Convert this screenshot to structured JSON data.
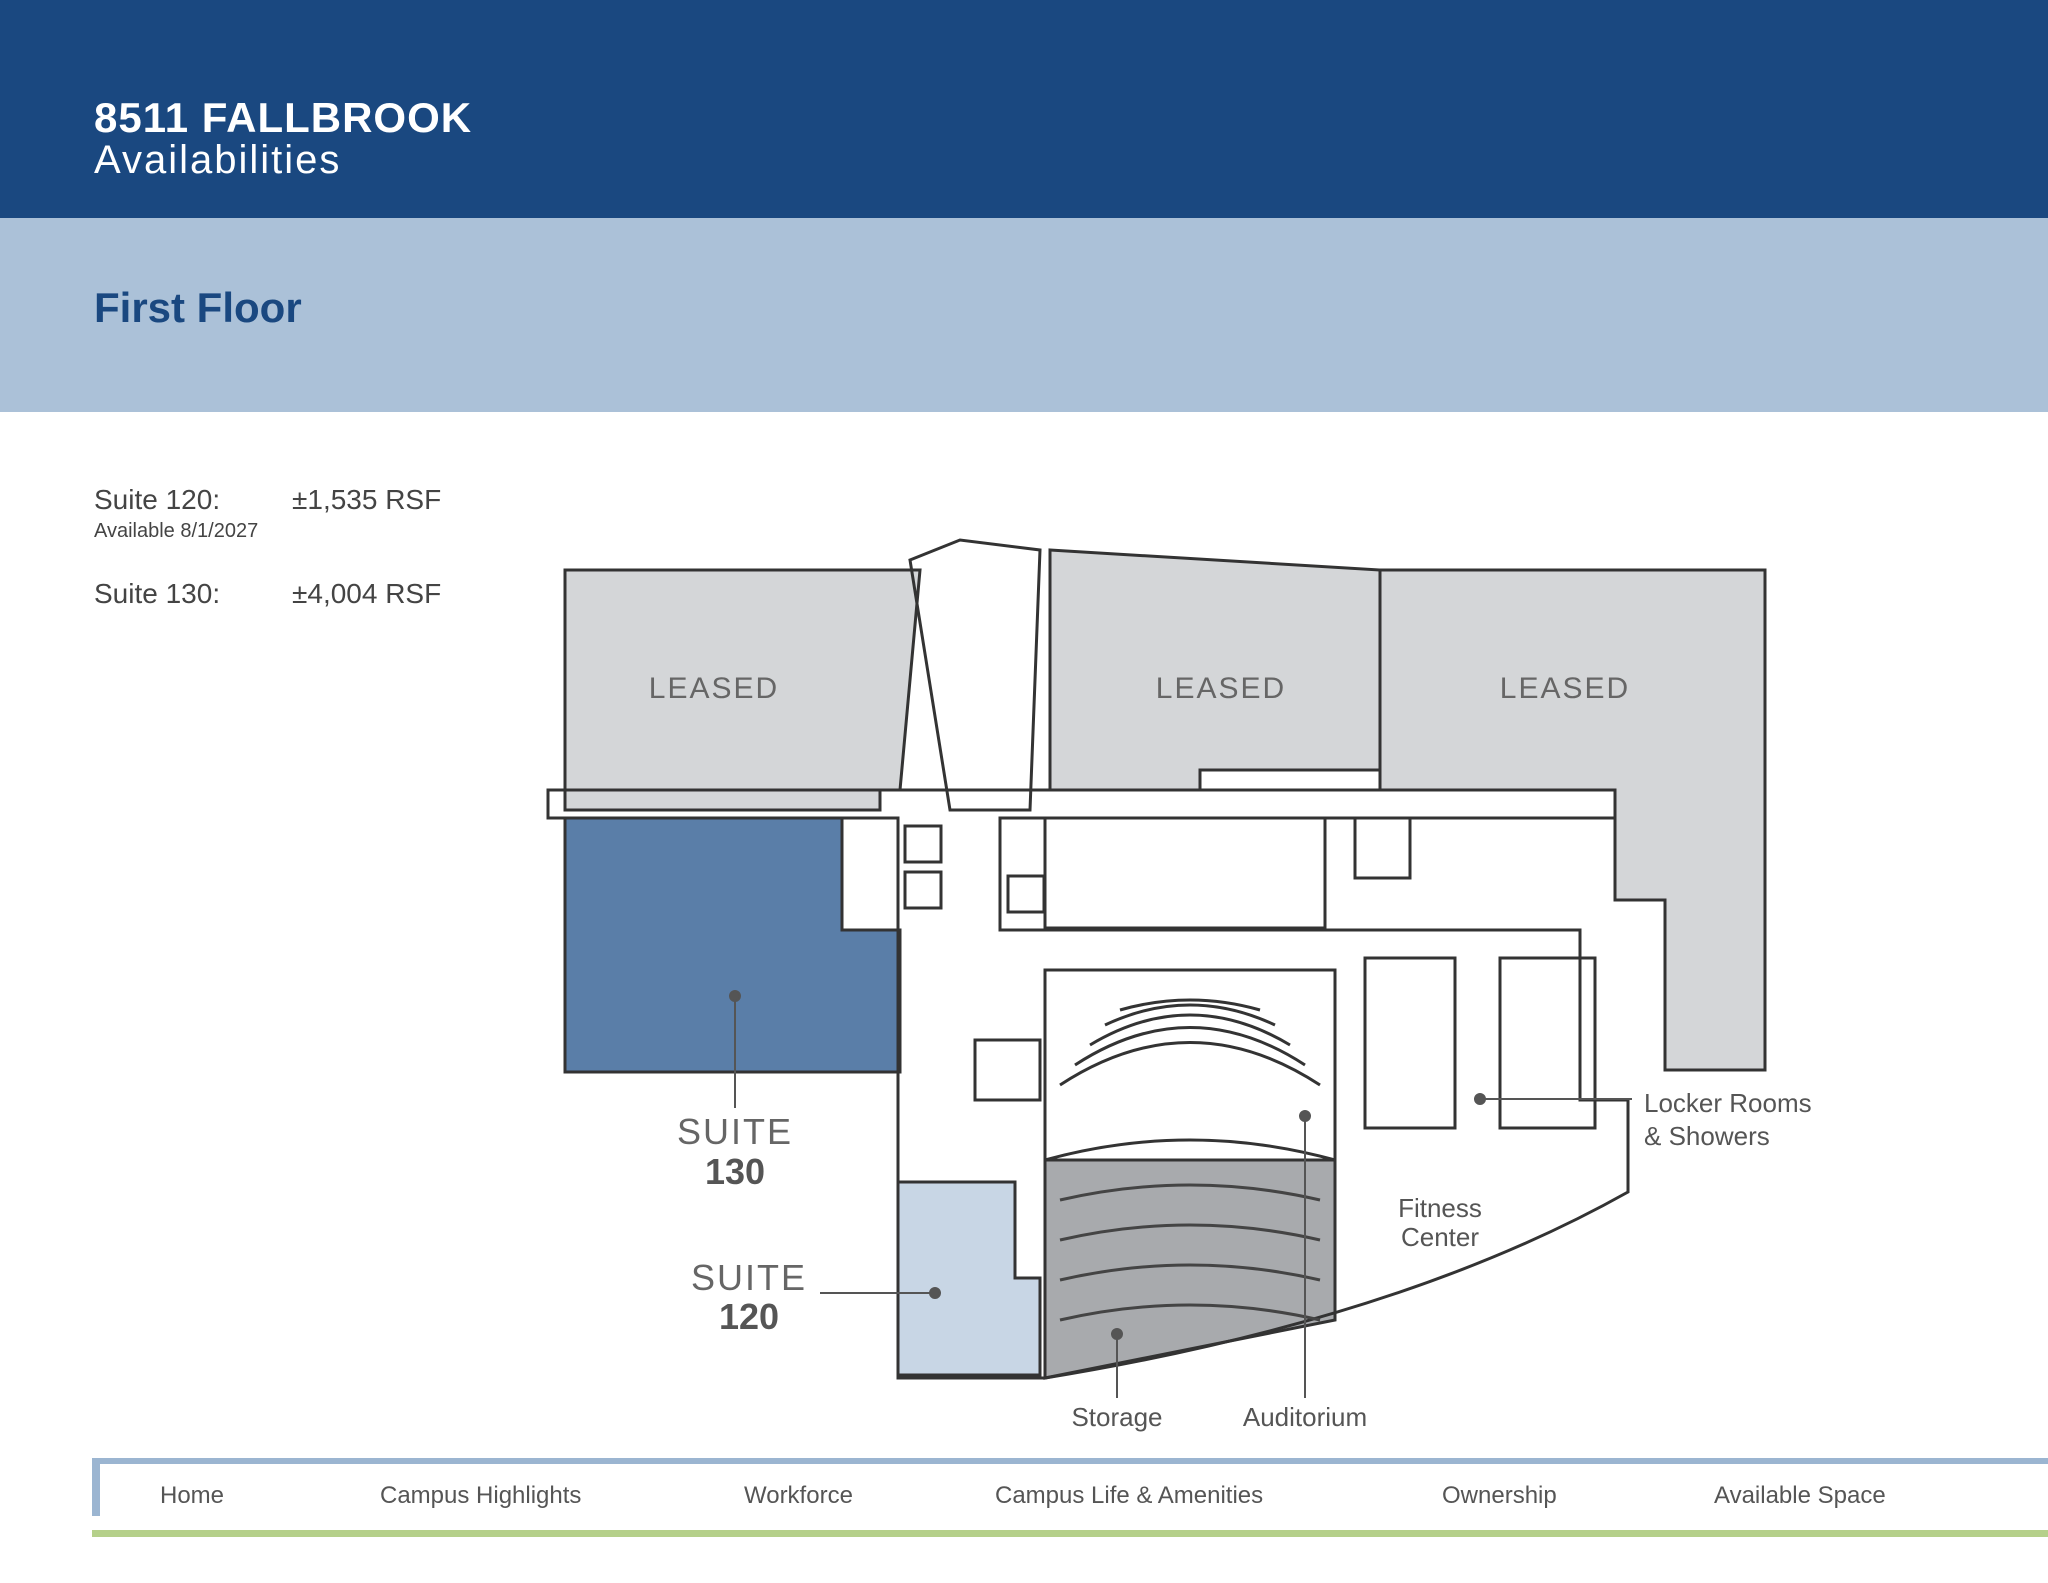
{
  "header": {
    "title": "8511 FALLBROOK",
    "subtitle": "Availabilities"
  },
  "floor": {
    "title": "First Floor"
  },
  "suites_info": [
    {
      "label": "Suite 120:",
      "size": "±1,535 RSF",
      "note": "Available 8/1/2027"
    },
    {
      "label": "Suite 130:",
      "size": "±4,004 RSF"
    }
  ],
  "plan": {
    "leased_labels": [
      "LEASED",
      "LEASED",
      "LEASED"
    ],
    "suite130": {
      "word": "SUITE",
      "number": "130"
    },
    "suite120": {
      "word": "SUITE",
      "number": "120"
    },
    "locker_line1": "Locker Rooms",
    "locker_line2": "& Showers",
    "fitness_line1": "Fitness",
    "fitness_line2": "Center",
    "storage": "Storage",
    "auditorium": "Auditorium"
  },
  "colors": {
    "header_blue": "#1a4880",
    "band_blue": "#abc1d8",
    "suite130_fill": "#5a7ea8",
    "suite120_fill": "#c8d6e5",
    "leased_fill": "#d4d6d8",
    "storage_fill": "#a8aaad",
    "nav_green": "#b5d08a"
  },
  "nav": [
    "Home",
    "Campus Highlights",
    "Workforce",
    "Campus Life & Amenities",
    "Ownership",
    "Available Space"
  ]
}
